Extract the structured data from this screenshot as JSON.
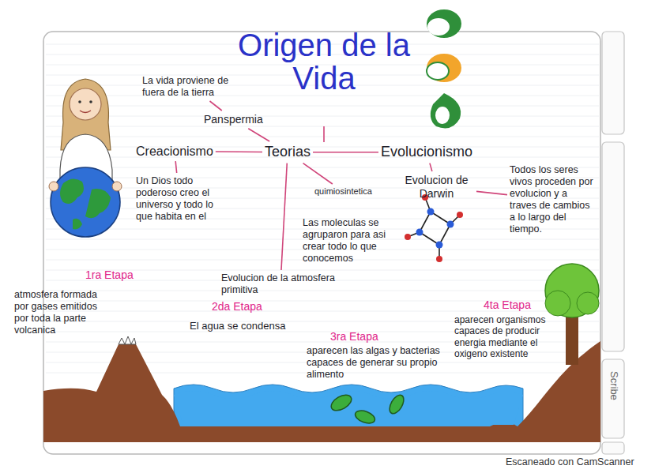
{
  "diagram": {
    "title": "Origen de la Vida",
    "nodes": [
      {
        "text": [
          "La vida proviene de fuera de la tierra"
        ]
      },
      {
        "text": [
          "Panspermia"
        ]
      },
      {
        "text": [
          "Creacionismo"
        ]
      },
      {
        "text": [
          "Teorias"
        ]
      },
      {
        "text": [
          "Evolucionismo"
        ]
      },
      {
        "text": [
          "Un Dios todo poderoso creo el universo y todo lo que habita en el"
        ]
      },
      {
        "text": [
          "quimiosintetica"
        ]
      },
      {
        "text": [
          "Evolucion de Darwin"
        ]
      },
      {
        "text": [
          "Todos los seres vivos proceden por evolucion y a traves de cambios a lo largo del tiempo."
        ]
      },
      {
        "text": [
          "Las moleculas se agruparon para asi crear todo lo que conocemos"
        ]
      },
      {
        "text": [
          "Evolucion de la atmosfera primitiva"
        ]
      }
    ],
    "edges": [
      {
        "from": 1,
        "to": 0,
        "arrow": "none"
      },
      {
        "from": 3,
        "to": 1,
        "arrow": "none"
      },
      {
        "from": 3,
        "to": 2,
        "arrow": "none"
      },
      {
        "from": 2,
        "to": 5,
        "arrow": "none"
      },
      {
        "from": 3,
        "to": 4,
        "arrow": "none"
      },
      {
        "from": 4,
        "to": 7,
        "arrow": "none"
      },
      {
        "from": 7,
        "to": 8,
        "arrow": "none"
      },
      {
        "from": 3,
        "to": 6,
        "arrow": "none"
      },
      {
        "from": 3,
        "to": 10,
        "arrow": "none"
      }
    ],
    "labels": [
      "1ra Etapa",
      "atmosfera formada por gases emitidos por toda la parte volcanica",
      "2da Etapa",
      "El agua se condensa",
      "3ra Etapa",
      "aparecen las algas y bacterias capaces de generar su propio alimento",
      "4ta Etapa",
      "aparecen organismos capaces de producir energia mediante el oxigeno existente",
      "Scribe",
      "Escaneado con CamScanner"
    ]
  }
}
